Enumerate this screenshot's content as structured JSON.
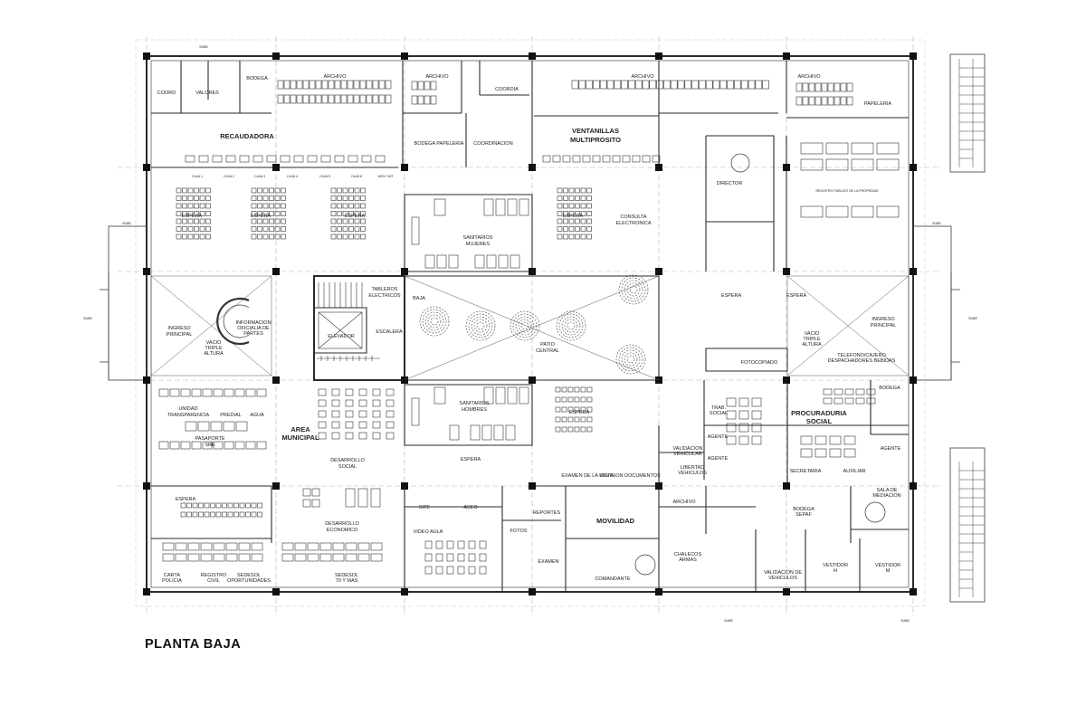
{
  "title": "PLANTA BAJA",
  "rooms": {
    "coord": "COORD",
    "valores": "VALORES",
    "bodega_top": "BODEGA",
    "archivo_1": "ARCHIVO",
    "archivo_2": "ARCHIVO",
    "coordia": "COORDIA",
    "archivo_3": "ARCHIVO",
    "archivo_4": "ARCHIVO",
    "papeleria": "PAPELERIA",
    "recaudadora": "RECAUDADORA",
    "bodega_papeleria": "BODEGA PAPELERIA",
    "coordinacion": "COORDINACION",
    "ventanillas_1": "VENTANILLAS",
    "ventanillas_2": "MULTIPROSITO",
    "caja_1": "CAJA 1",
    "caja_2": "CAJA 2",
    "caja_3": "CAJA 3",
    "caja_4": "CAJA 4",
    "caja_5": "CAJA 5",
    "caja_6": "CAJA 6",
    "mov_sat": "MOV. SAT",
    "director": "DIRECTOR",
    "registro_publico": "REGISTRO PUBLICO DE LA PROPIEDAD",
    "espera_1": "ESPERA",
    "espera_2": "ESPERA",
    "espera_3": "ESPERA",
    "espera_4": "ESPERA",
    "sanitarios_mujeres_1": "SANITARIOS",
    "sanitarios_mujeres_2": "MUJERES",
    "consulta_1": "CONSULTA",
    "consulta_2": "ELECTRONICA",
    "tableros_1": "TABLEROS",
    "tableros_2": "ELECTRICOS",
    "baja": "BAJA",
    "elevador": "ELEVADOR",
    "escalera": "ESCALERA",
    "patio_1": "PATIO",
    "patio_2": "CENTRAL",
    "ingreso_w_1": "INGRESO",
    "ingreso_w_2": "PRINCIPAL",
    "vacio_w_1": "VACIO",
    "vacio_w_2": "TRIPLE",
    "vacio_w_3": "ALTURA",
    "info_1": "INFORMACION",
    "info_2": "OFICIALIA DE",
    "info_3": "PARTES",
    "espera_e1": "ESPERA",
    "espera_e2": "ESPERA",
    "ingreso_e_1": "INGRESO",
    "ingreso_e_2": "PRINCIPAL",
    "vacio_e_1": "VACIO",
    "vacio_e_2": "TRIPLE",
    "vacio_e_3": "ALTURA",
    "fotocopiado": "FOTOCOPIADO",
    "telefono_1": "TELEFONO/CAJERO",
    "telefono_2": "DESPACHADORES BEBIDAS",
    "unidad_1": "UNIDAD",
    "unidad_2": "TRANSPARENCIA",
    "predial": "PREDIAL",
    "agua": "AGUA",
    "pasaporte_1": "PASAPORTE",
    "pasaporte_2": "SRE",
    "area_mun_1": "AREA",
    "area_mun_2": "MUNICIPAL",
    "desarrollo_social_1": "DESARROLLO",
    "desarrollo_social_2": "SOCIAL",
    "sanitarios_hombres_1": "SANITARIOS",
    "sanitarios_hombres_2": "HOMBRES",
    "espera_5": "ESPERA",
    "espera_6": "ESPERA",
    "examen_vista": "EXAMEN DE LA VISTA",
    "revision_doc": "REVISION DOCUMENTOS",
    "trab_social_1": "TRAB.",
    "trab_social_2": "SOCIAL",
    "agente_1": "AGENTE",
    "agente_2": "AGENTE",
    "agente_3": "AGENTE",
    "validacion_vehicular_1": "VALIDACION",
    "validacion_vehicular_2": "VEHICULAR",
    "libertad_1": "LIBERTAD",
    "libertad_2": "VEHICULOS",
    "procuraduria_1": "PROCURADURIA",
    "procuraduria_2": "SOCIAL",
    "bodega_proc": "BODEGA",
    "secretaria": "SECRETARIA",
    "auxiliar": "AUXILIAR",
    "sala_mediacion_1": "SALA DE",
    "sala_mediacion_2": "MEDIACION",
    "espera_7": "ESPERA",
    "desarrollo_economico_1": "DESARROLLO",
    "desarrollo_economico_2": "ECONOMICO",
    "site": "SITE",
    "aseo": "ASEO",
    "video_aula": "VIDEO AULA",
    "reportes": "REPORTES",
    "fotos": "FOTOS",
    "examen": "EXAMEN",
    "movilidad": "MOVILIDAD",
    "comandante": "COMANDANTE",
    "chalecos_1": "CHALECOS",
    "chalecos_2": "ARMAS",
    "archivo_5": "ARCHIVO",
    "bodega_sepaf_1": "BODEGA",
    "bodega_sepaf_2": "SEPAF",
    "validacion_veh_1": "VALIDACION DE",
    "validacion_veh_2": "VEHICULOS",
    "vestidor_h_1": "VESTIDOR",
    "vestidor_h_2": "H",
    "vestidor_m_1": "VESTIDOR",
    "vestidor_m_2": "M",
    "carta_policia_1": "CARTA",
    "carta_policia_2": "POLICIA",
    "registro_civil_1": "REGISTRO",
    "registro_civil_2": "CIVIL",
    "sedesol_op_1": "SEDESOL",
    "sedesol_op_2": "OPORTUNIDADES",
    "sedesol_70_1": "SEDESOL",
    "sedesol_70_2": "70 Y MAS",
    "sube_1": "SUBE",
    "sube_2": "SUBE",
    "sube_3": "SUBE",
    "sube_4": "SUBE",
    "sube_5": "SUBE",
    "sube_6": "SUBE",
    "sube_7": "SUBE"
  },
  "colors": {
    "line": "#2a2a2a",
    "light_line": "#9a9a9a",
    "column": "#111111"
  }
}
